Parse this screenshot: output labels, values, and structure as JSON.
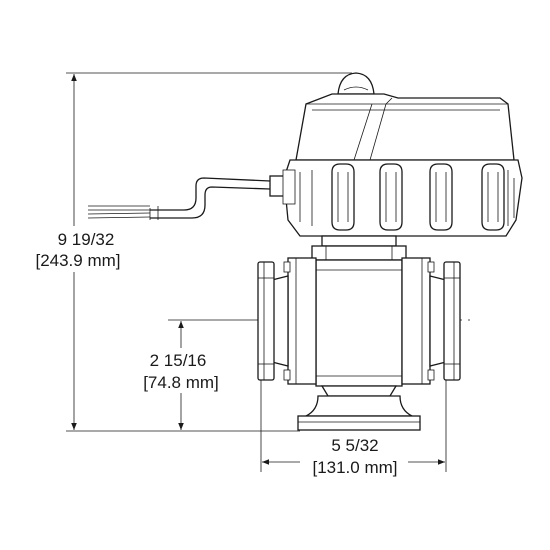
{
  "drawing": {
    "overall_height": {
      "fraction": "9 19/32",
      "metric": "[243.9 mm]"
    },
    "centerline_height": {
      "fraction": "2 15/16",
      "metric": "[74.8 mm]"
    },
    "body_width": {
      "fraction": "5 5/32",
      "metric": "[131.0 mm]"
    }
  },
  "colors": {
    "line": "#1a1a1a",
    "background": "#ffffff"
  }
}
